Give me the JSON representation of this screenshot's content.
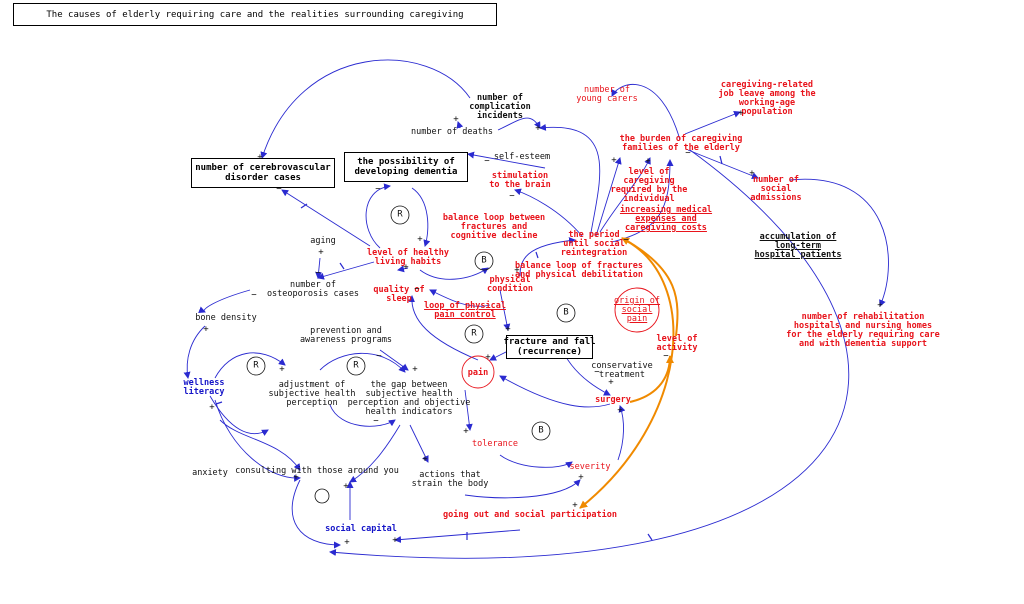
{
  "title": "The causes of elderly requiring care and the realities surrounding caregiving",
  "colors": {
    "blue_link": "#2a2ad0",
    "orange_link": "#f08a00",
    "red_text": "#e8141c",
    "black_text": "#111111",
    "blue_text": "#1515c8"
  },
  "boxes": {
    "cerebro": "number of cerebrovascular\ndisorder cases",
    "dementia": "the possibility of\ndeveloping dementia",
    "fracture": "fracture and fall\n(recurrence)"
  },
  "labels": {
    "complications": "number of\ncomplication\nincidents",
    "deaths": "number of deaths",
    "self_esteem": "self-esteem",
    "stimulation": "stimulation\nto the brain",
    "balance_fracture": "balance loop between\nfractures and\ncognitive decline",
    "healthy_habits": "level of healthy\nliving habits",
    "aging": "aging",
    "osteoporosis": "number of\nosteoporosis cases",
    "bone_density": "bone density",
    "quality_sleep": "quality of\nsleep",
    "loop_pain": "loop of physical\npain control",
    "physical_condition": "physical\ncondition",
    "balance_debilitation": "balance loop of fractures\nand physical debilitation",
    "prevention": "prevention and\nawareness programs",
    "wellness": "wellness\nliteracy",
    "adjustment": "adjustment of\nsubjective health\nperception",
    "gap": "the gap between\nsubjective health\nperception and objective\nhealth indicators",
    "anxiety": "anxiety",
    "consulting": "consulting with those around you",
    "actions": "actions that\nstrain the body",
    "social_capital": "social capital",
    "pain": "pain",
    "tolerance": "tolerance",
    "severity": "severity",
    "surgery": "surgery",
    "conservative": "conservative\ntreatment",
    "going_out": "going out and social participation",
    "level_activity": "level of\nactivity",
    "origin_pain": "origin of\nsocial\npain",
    "period_reintegration": "the period\nuntil social\nreintegration",
    "medical_expenses": "increasing medical\nexpenses and\ncaregiving costs",
    "level_caregiving": "level of\ncaregiving\nrequired by the\nindividual",
    "burden": "the burden of caregiving\nfamilies of the elderly",
    "young_carers": "number of\nyoung carers",
    "job_leave": "caregiving-related\njob leave among the\nworking-age\npopulation",
    "social_admissions": "number of\nsocial\nadmissions",
    "long_term": "accumulation of\nlong-term\nhospital patients",
    "rehab": "number of rehabilitation\nhospitals and nursing homes\nfor the elderly requiring care\nand with dementia support"
  },
  "loop_markers": [
    "R",
    "R",
    "R",
    "R",
    "B",
    "B",
    "B"
  ],
  "polarity": {
    "plus": "+",
    "minus": "−"
  }
}
